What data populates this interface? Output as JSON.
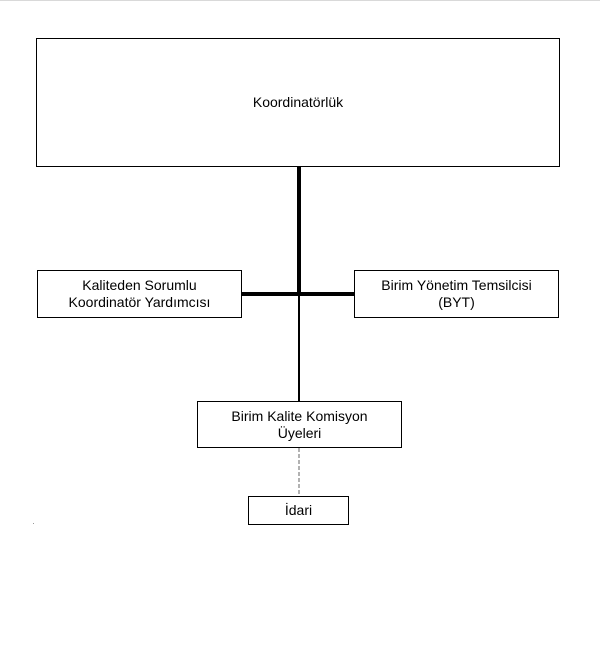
{
  "org_chart": {
    "top": {
      "label": "Koordinatörlük"
    },
    "left": {
      "line1": "Kaliteden Sorumlu",
      "line2": "Koordinatör Yardımcısı"
    },
    "right": {
      "line1": "Birim Yönetim Temsilcisi",
      "line2": "(BYT)"
    },
    "middle": {
      "line1": "Birim Kalite Komisyon",
      "line2": "Üyeleri"
    },
    "bottom": {
      "label": "İdari"
    }
  },
  "colors": {
    "line": "#000000",
    "dashed_line": "#666666",
    "box_border": "#000000"
  }
}
